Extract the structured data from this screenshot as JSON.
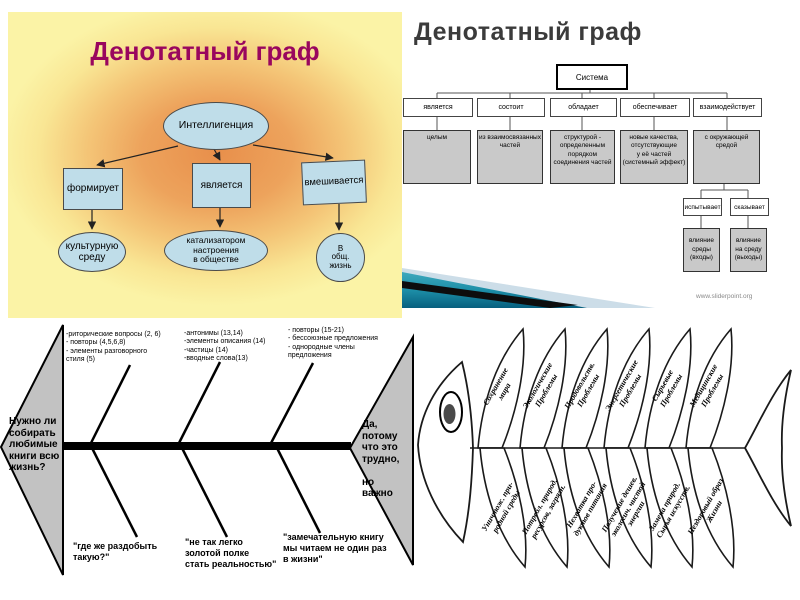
{
  "tl": {
    "title": "Денотатный граф",
    "root": "Интеллигенция",
    "verb1": "формирует",
    "verb2": "является",
    "verb3": "вмешивается",
    "obj1": "культурную\nсреду",
    "obj2": "катализатором\nнастроения\nв обществе",
    "obj3": "В\nобщ.\nжизнь"
  },
  "tr": {
    "title": "Денотатный граф",
    "root": "Система",
    "watermark": "www.sliderpoint.org",
    "verbs": [
      "является",
      "состоит",
      "обладает",
      "обеспечивает",
      "взаимодействует"
    ],
    "values": [
      "целым",
      "из взаимосвязанных\nчастей",
      "структурой -\nопределенным\nпорядком\nсоединения частей",
      "новые качества,\nотсутствующие\nу её частей\n(системный эффект)",
      "с окружающей\nсредой"
    ],
    "sub_verbs": [
      "испытывает",
      "сказывает"
    ],
    "sub_values": [
      "влияние\nсреды\n(входы)",
      "влияние\nна среду\n(выходы)"
    ]
  },
  "fishbone": {
    "head": "Нужно ли\nсобирать\nлюбимые\nкниги всю\nжизнь?",
    "tail": "Да,\nпотому\nчто это\nтрудно,\n\nно\nважно",
    "top_causes": [
      "-риторические вопросы (2, 6)\n- повторы (4,5,6,8)\n- элементы разговорного\nстиля (5)",
      "-антонимы (13,14)\n-элементы описания (14)\n-частицы (14)\n-вводные слова(13)",
      "- повторы (15-21)\n- бессоюзные предложения\n- однородные члены\nпредложения"
    ],
    "bottom_causes": [
      "\"где же раздобыть\nтакую?\"",
      "\"не так легко\nзолотой полке\nстать реальностью\"",
      "\"замечательную книгу\nмы читаем не один раз\nв жизни\""
    ]
  },
  "fish": {
    "top_fins": [
      "Сохранение\nмира",
      "Экологические\nПроблемы",
      "Продовольств.\nПроблемы",
      "Энергетические\nПроблемы",
      "Сырьевые\nПроблемы",
      "Медицинские\nПроблемы"
    ],
    "bottom_fins": [
      "Уничтож. при-\nродной среды",
      "Потребл. природ.\nресурсов, загрязн.",
      "Нехватка про-\nдуктов питания",
      "Получение дешев.\nэкологич. чистой\nэнергии",
      "Замена природ.\nСырья искусств.",
      "Нездоровый образ\nЖизни"
    ]
  },
  "colors": {
    "node_fill": "#bfdde9",
    "slide_gradient_center": "#e88f4b",
    "slide_gradient_edge": "#fbf3a6",
    "title_tl": "#99065e",
    "title_tr": "#3b3b3b",
    "gray_box": "#c9c9c9",
    "teal_swoosh": "#1d8fa8"
  }
}
